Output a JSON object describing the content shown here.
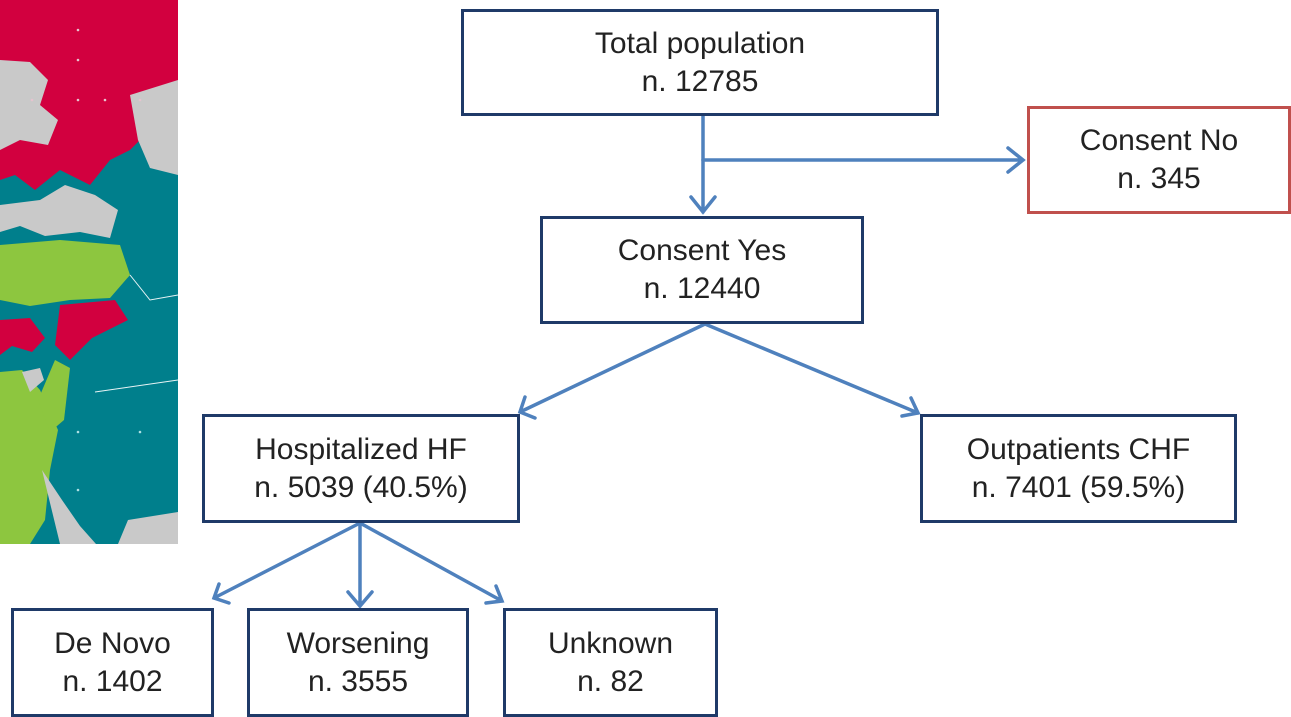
{
  "colors": {
    "box_border": "#1f3a68",
    "excluded_border": "#c0504d",
    "arrow": "#4f81bd",
    "map_crimson": "#d2003f",
    "map_green": "#8dc63f",
    "map_teal": "#007f8c",
    "map_gray": "#c9c9c9"
  },
  "nodes": {
    "total": {
      "title": "Total population",
      "count": "n. 12785"
    },
    "consent_no": {
      "title": "Consent No",
      "count": "n. 345"
    },
    "consent_yes": {
      "title": "Consent Yes",
      "count": "n. 12440"
    },
    "hospitalized": {
      "title": "Hospitalized HF",
      "count": "n. 5039 (40.5%)"
    },
    "outpatients": {
      "title": "Outpatients CHF",
      "count": "n. 7401 (59.5%)"
    },
    "de_novo": {
      "title": "De Novo",
      "count": "n. 1402"
    },
    "worsening": {
      "title": "Worsening",
      "count": "n. 3555"
    },
    "unknown": {
      "title": "Unknown",
      "count": "n. 82"
    }
  }
}
